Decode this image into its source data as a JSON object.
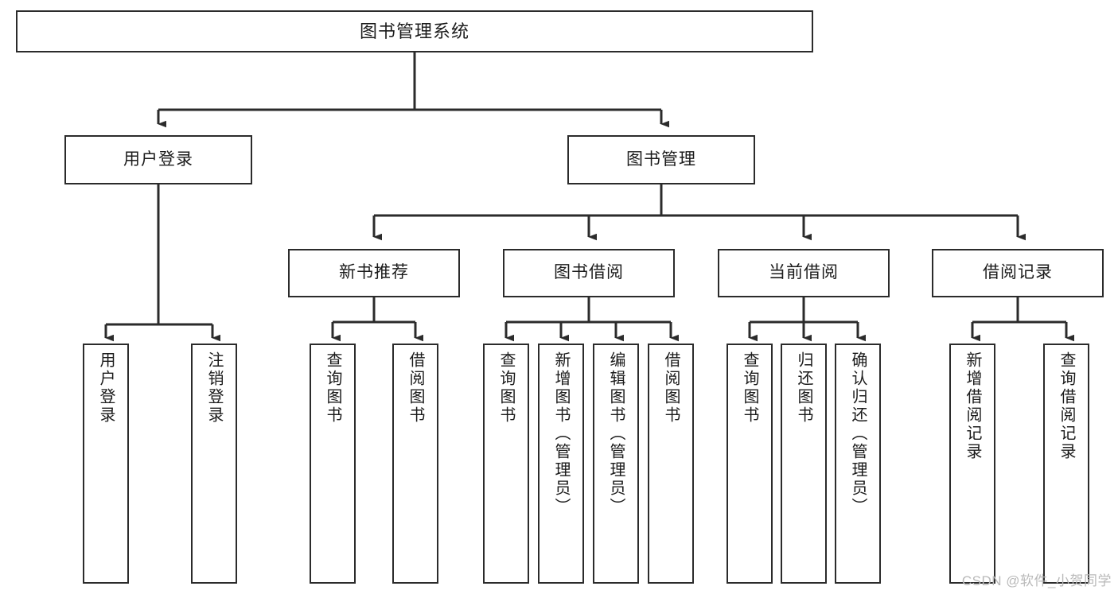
{
  "diagram": {
    "title": "图书管理系统",
    "type": "tree",
    "watermark": "CSDN @软件_小贺同学",
    "colors": {
      "node_border": "#2b2b2b",
      "node_fill": "#ffffff",
      "edge": "#2b2b2b",
      "text": "#1b1b1b",
      "watermark": "#b9b9b9"
    },
    "nodes": {
      "root": {
        "label": "图书管理系统"
      },
      "level2": [
        {
          "label": "用户登录"
        },
        {
          "label": "图书管理"
        }
      ],
      "level3": [
        {
          "label": "新书推荐"
        },
        {
          "label": "图书借阅"
        },
        {
          "label": "当前借阅"
        },
        {
          "label": "借阅记录"
        }
      ],
      "leaves": {
        "user_login": [
          {
            "label": "用户登录"
          },
          {
            "label": "注销登录"
          }
        ],
        "new_book_recommend": [
          {
            "label": "查询图书"
          },
          {
            "label": "借阅图书"
          }
        ],
        "book_borrow": [
          {
            "label": "查询图书"
          },
          {
            "label": "新增图书（管理员）"
          },
          {
            "label": "编辑图书（管理员）"
          },
          {
            "label": "借阅图书"
          }
        ],
        "current_borrow": [
          {
            "label": "查询图书"
          },
          {
            "label": "归还图书"
          },
          {
            "label": "确认归还（管理员）"
          }
        ],
        "borrow_record": [
          {
            "label": "新增借阅记录"
          },
          {
            "label": "查询借阅记录"
          }
        ]
      }
    }
  }
}
